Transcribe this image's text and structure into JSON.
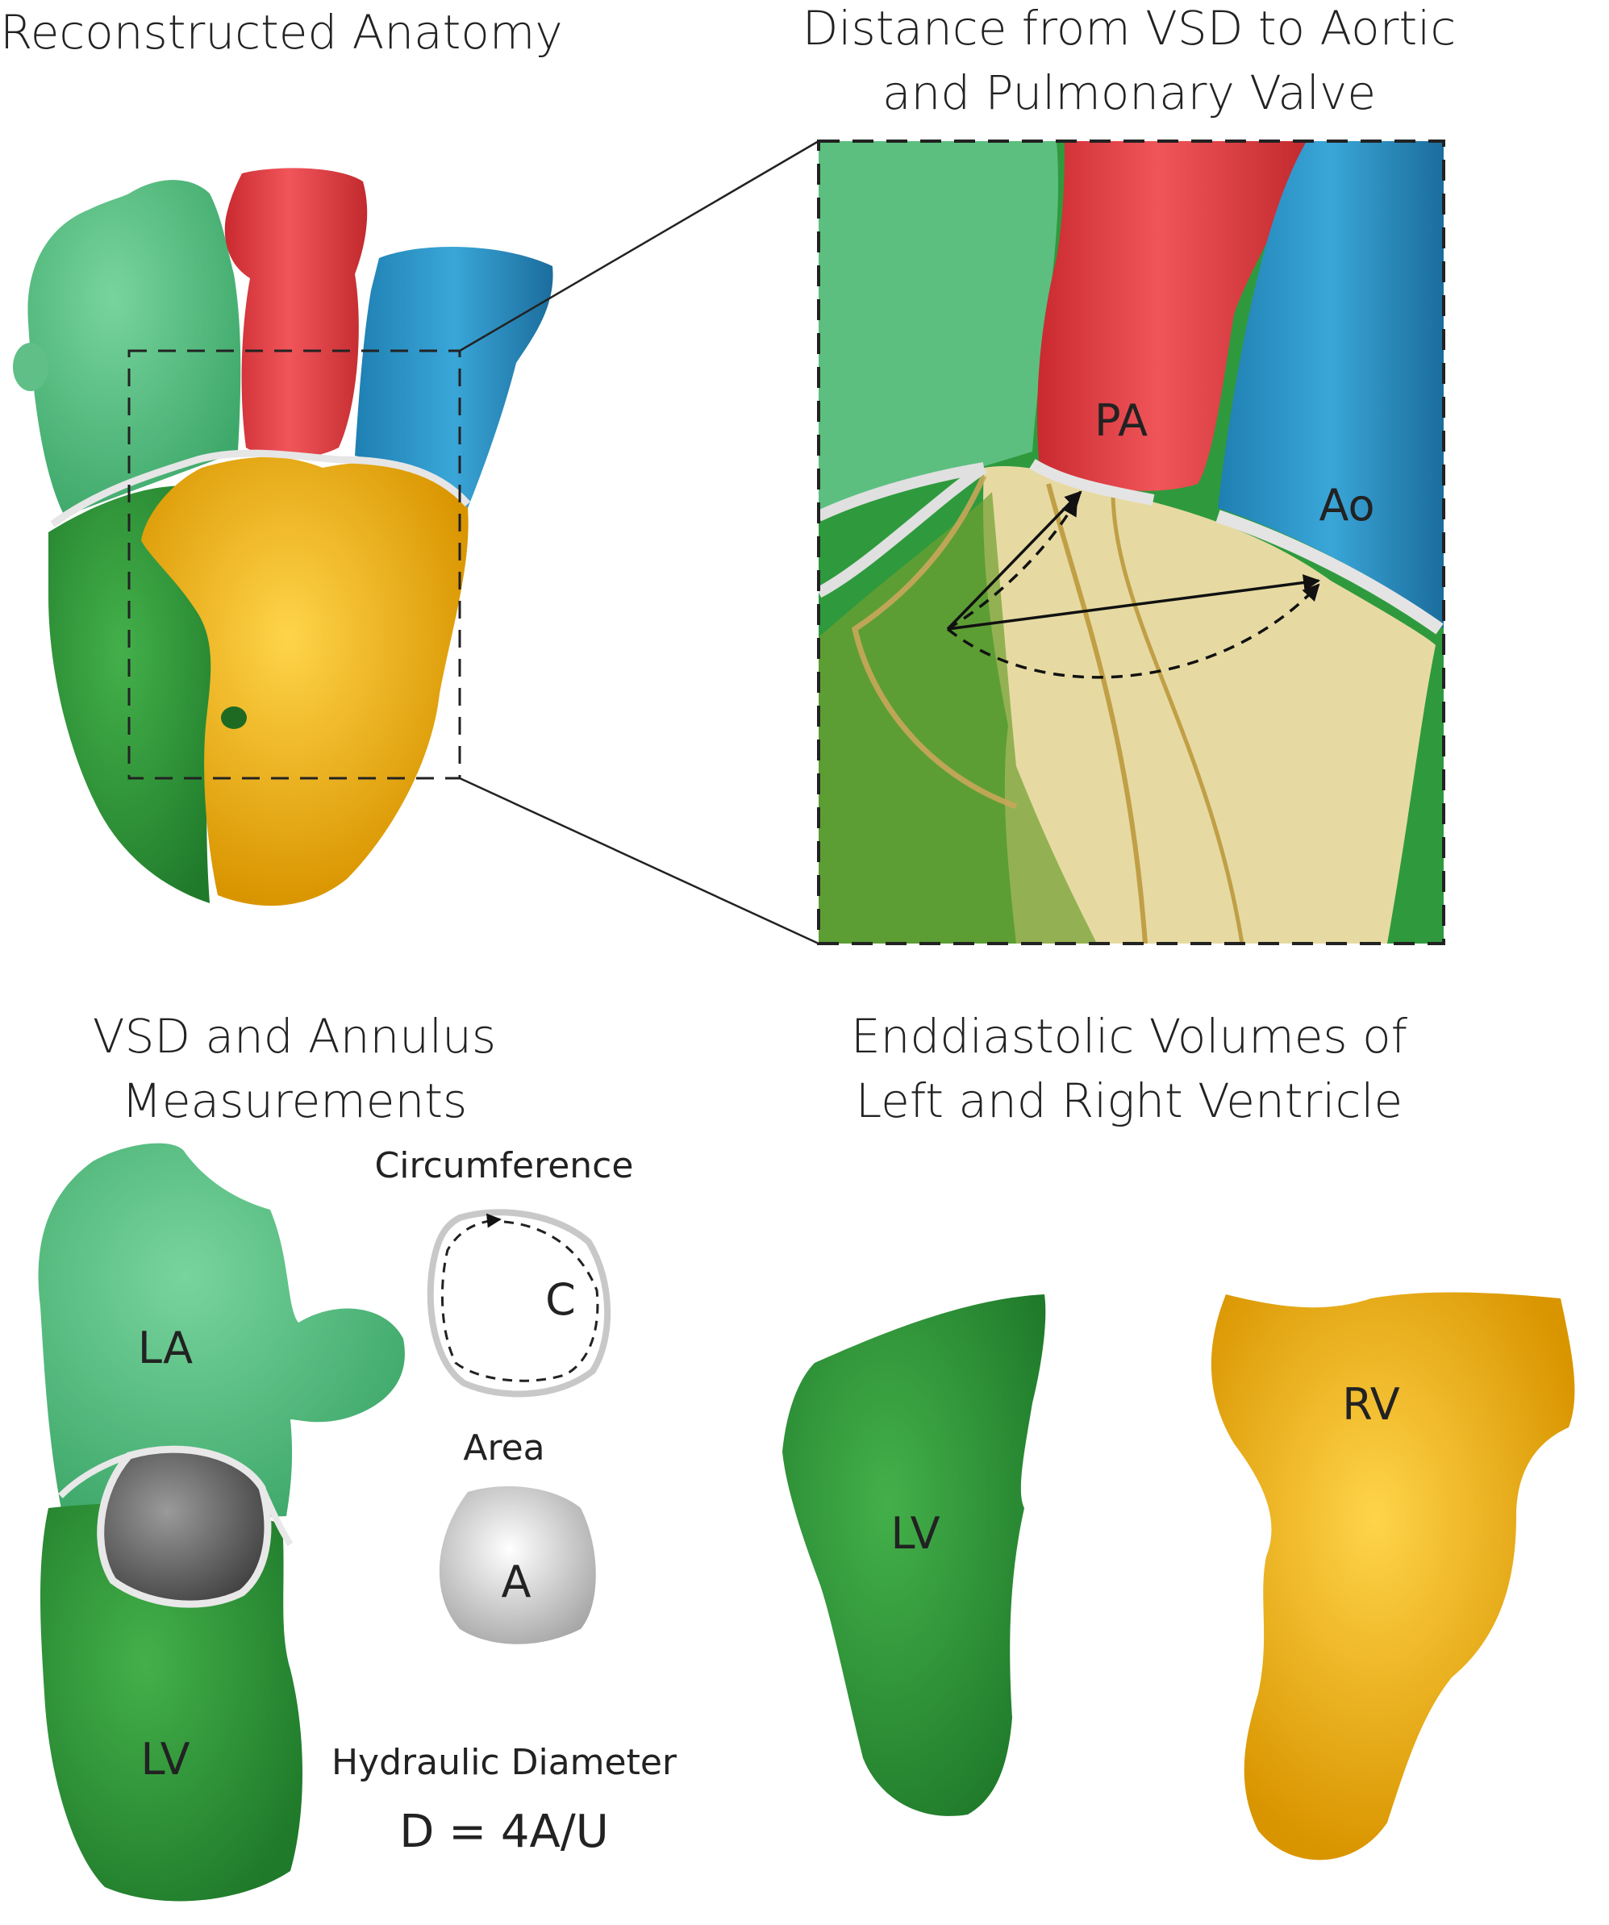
{
  "panels": {
    "top_left": {
      "title": "Reconstructed Anatomy"
    },
    "top_right": {
      "title_line1": "Distance from VSD to Aortic",
      "title_line2": "and Pulmonary Valve",
      "label_pa": "PA",
      "label_ao": "Ao"
    },
    "bottom_left": {
      "title_line1": "VSD and Annulus",
      "title_line2": "Measurements",
      "label_la": "LA",
      "label_lv": "LV",
      "circumference_title": "Circumference",
      "circumference_symbol": "C",
      "area_title": "Area",
      "area_symbol": "A",
      "hydraulic_title": "Hydraulic Diameter",
      "formula": "D = 4A/U"
    },
    "bottom_right": {
      "title_line1": "Enddiastolic Volumes of",
      "title_line2": "Left and Right Ventricle",
      "label_lv": "LV",
      "label_rv": "RV"
    }
  },
  "colors": {
    "atrium_green": "#5dc08a",
    "ventricle_green": "#2f9a3d",
    "dark_green": "#1f7a2a",
    "pulmonary_red": "#e23a3f",
    "aorta_blue": "#2e95c8",
    "rv_gold": "#f0b020",
    "rv_translucent": "#f6dfa8",
    "annulus_white": "#e8e8e8"
  }
}
